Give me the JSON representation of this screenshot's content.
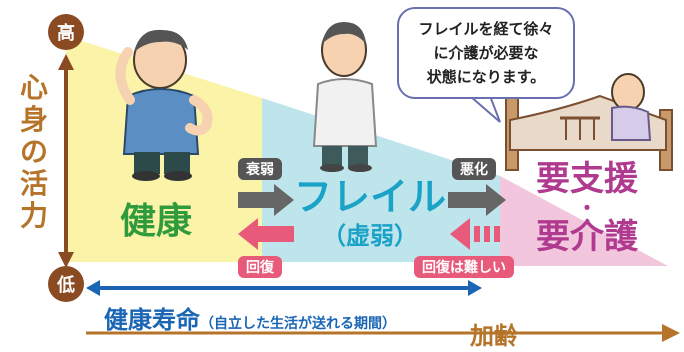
{
  "axis": {
    "vertical_label_chars": [
      "心",
      "身",
      "の",
      "活",
      "力"
    ],
    "high": "高",
    "low": "低",
    "horizontal_label": "加齢"
  },
  "stages": {
    "healthy": "健康",
    "frailty": "フレイル",
    "frailty_sub": "（虚弱）",
    "care_line1": "要支援",
    "care_dot": "・",
    "care_line2": "要介護"
  },
  "transitions": {
    "decline": "衰弱",
    "worsen": "悪化",
    "recover": "回復",
    "recover_hard": "回復は難しい"
  },
  "speech_bubble": {
    "line1": "フレイルを経て徐々",
    "line2": "に介護が必要な",
    "line3": "状態になります。"
  },
  "healthy_lifespan": {
    "label": "健康寿命",
    "note": "（自立した生活が送れる期間）"
  },
  "colors": {
    "healthy_zone": "#fbf3a8",
    "frailty_zone": "#bfe5ec",
    "care_zone": "#f2c6dd",
    "axis_brown": "#b5742a",
    "lifespan_blue": "#1a66b5",
    "gray_arrow": "#666666",
    "pink_arrow": "#e85a7a"
  },
  "icons": [
    "healthy-man-illustration",
    "frail-man-illustration",
    "bedridden-man-illustration"
  ]
}
